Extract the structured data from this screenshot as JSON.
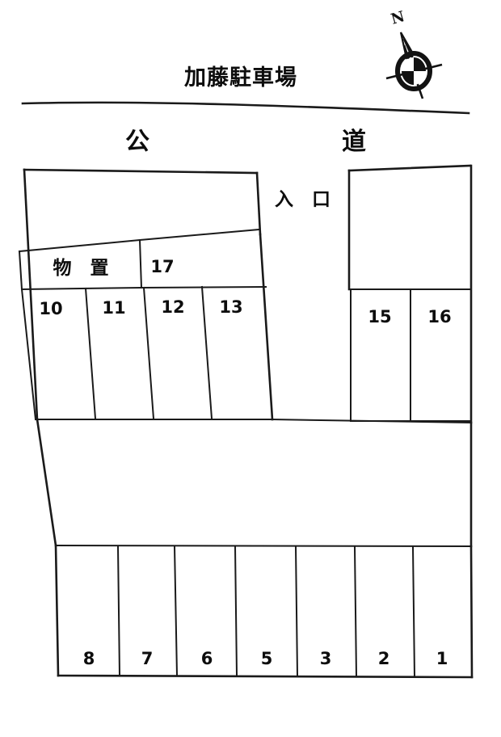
{
  "document": {
    "title": "加藤駐車場",
    "type": "parking-lot-site-plan"
  },
  "compass": {
    "north_label": "N",
    "icon": "compass-rose-icon"
  },
  "road": {
    "label_left": "公",
    "label_right": "道",
    "full_label": "公道"
  },
  "entrance": {
    "label": "入　口"
  },
  "storage": {
    "label": "物　置"
  },
  "stalls": {
    "upper_left_block": [
      {
        "number": "10"
      },
      {
        "number": "11"
      },
      {
        "number": "12"
      },
      {
        "number": "13"
      }
    ],
    "upper_left_rear": [
      {
        "number": "17"
      }
    ],
    "right_block": [
      {
        "number": "15"
      },
      {
        "number": "16"
      }
    ],
    "bottom_block": [
      {
        "number": "8"
      },
      {
        "number": "7"
      },
      {
        "number": "6"
      },
      {
        "number": "5"
      },
      {
        "number": "3"
      },
      {
        "number": "2"
      },
      {
        "number": "1"
      }
    ]
  },
  "colors": {
    "ink": "#1a1a1a",
    "paper": "#ffffff"
  }
}
